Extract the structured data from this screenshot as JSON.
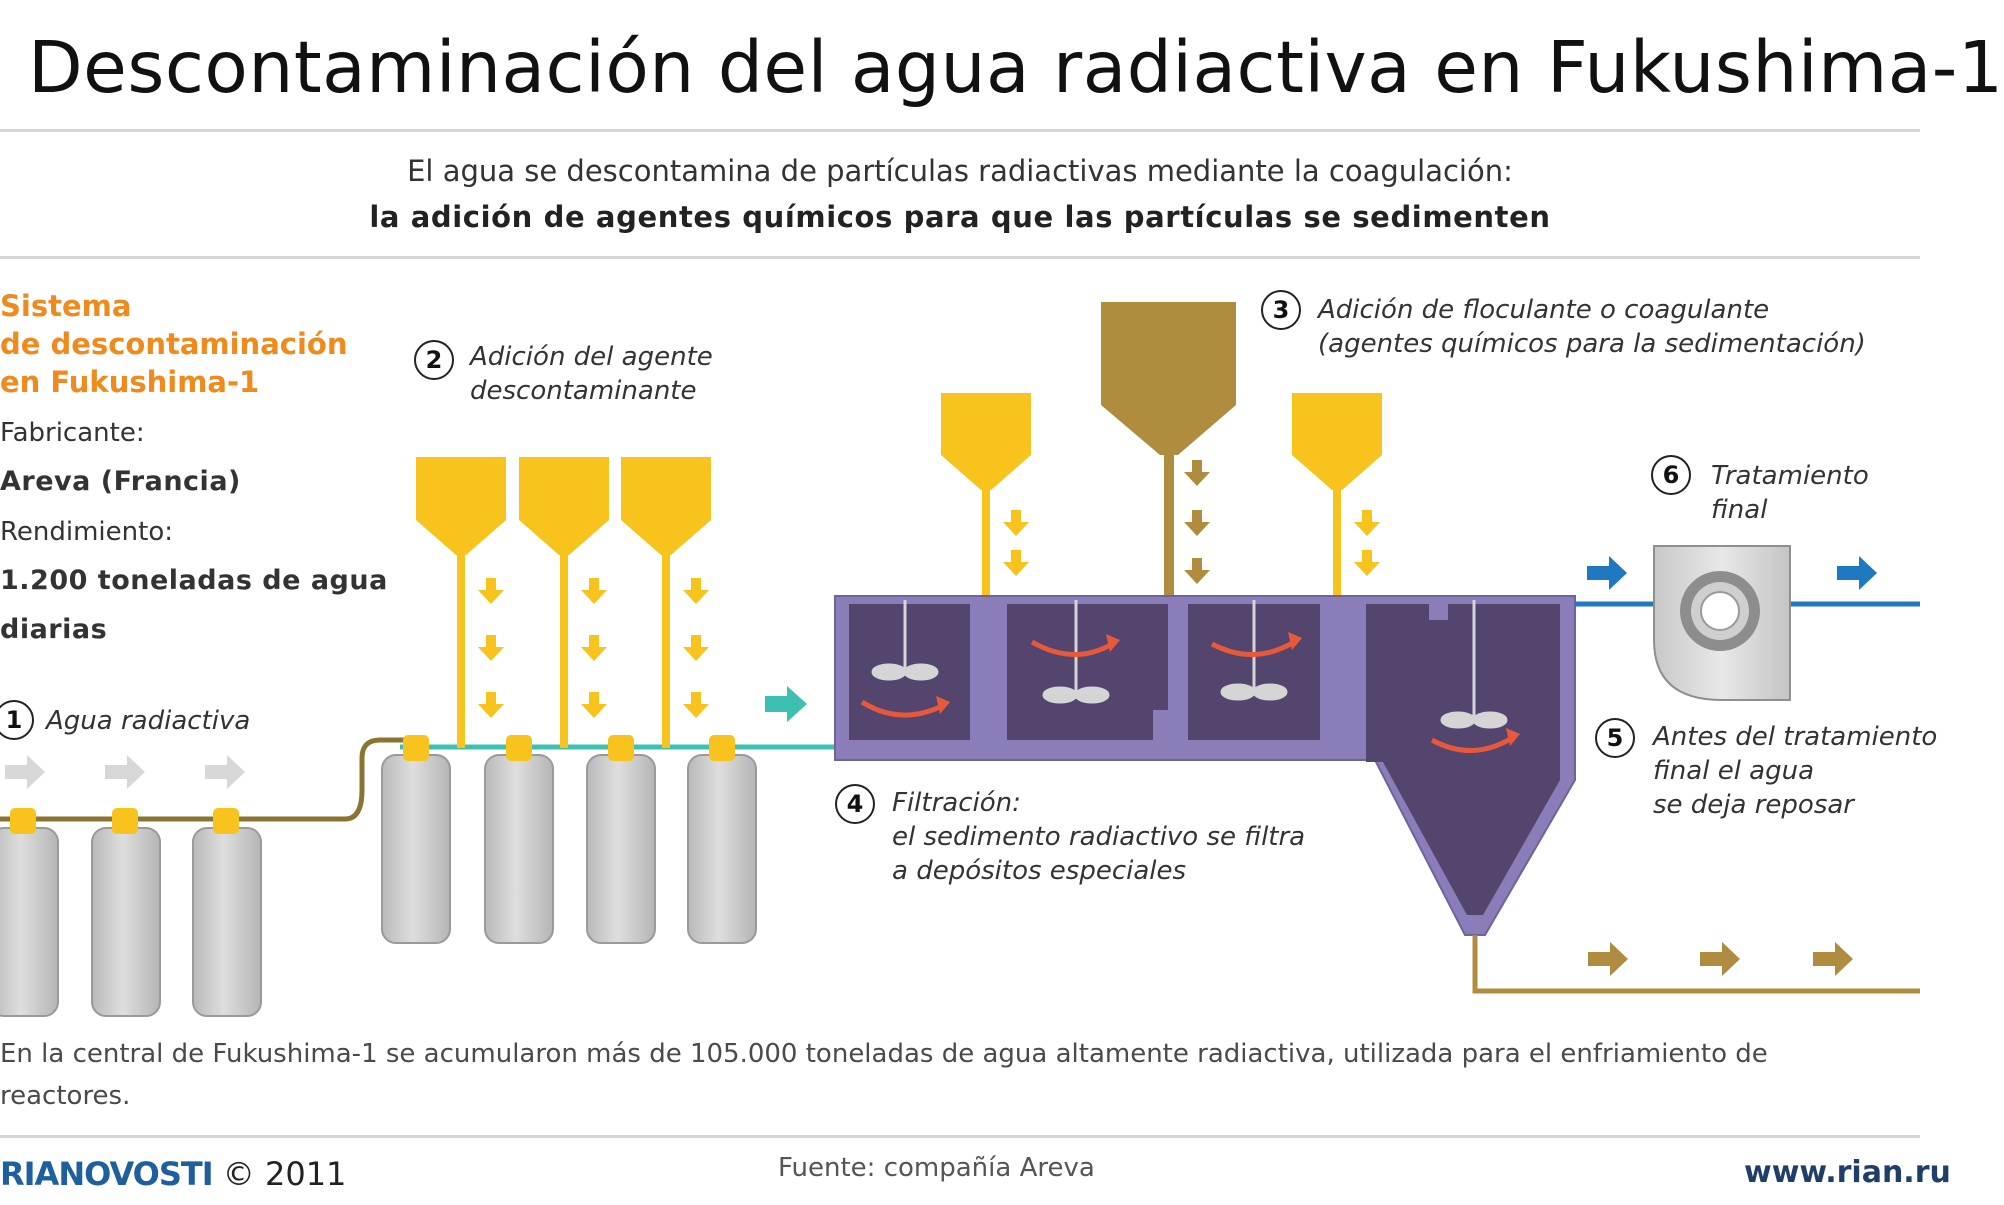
{
  "header": {
    "title": "Descontaminación del agua radiactiva en Fukushima-1",
    "subtitle_line1": "El agua se descontamina de partículas radiactivas mediante la coagulación:",
    "subtitle_line2": "la adición de agentes químicos para que las partículas se sedimenten"
  },
  "sidebar": {
    "heading": [
      "Sistema",
      "de descontaminación",
      "en Fukushima-1"
    ],
    "manufacturer_label": "Fabricante:",
    "manufacturer_value": "Areva (Francia)",
    "capacity_label": "Rendimiento:",
    "capacity_value_line1": "1.200 toneladas de agua",
    "capacity_value_line2": "diarias"
  },
  "steps": [
    {
      "number": "1",
      "lines": [
        "Agua radiactiva"
      ]
    },
    {
      "number": "2",
      "lines": [
        "Adición del agente",
        "descontaminante"
      ]
    },
    {
      "number": "3",
      "lines": [
        "Adición de floculante o coagulante",
        "(agentes químicos para la sedimentación)"
      ]
    },
    {
      "number": "4",
      "lines": [
        "Filtración:",
        "el sedimento radiactivo se filtra",
        "a depósitos especiales"
      ]
    },
    {
      "number": "5",
      "lines": [
        "Antes del tratamiento",
        "final el agua",
        "se deja reposar"
      ]
    },
    {
      "number": "6",
      "lines": [
        "Tratamiento",
        "final"
      ]
    }
  ],
  "footnote": "En la central de Fukushima-1 se acumularon más de 105.000 toneladas de agua altamente radiactiva, utilizada para el enfriamiento de reactores.",
  "footer": {
    "brand_name": "RIANOVOSTI",
    "copyright": "© 2011",
    "source": "Fuente: compañía Areva",
    "website": "www.rian.ru"
  },
  "colors": {
    "hopper_yellow": "#f7c31c",
    "coagulant_brown": "#b08d3e",
    "tank_purple": "#8a7db8",
    "tank_dark": "#54456e",
    "water_teal": "#3dbfb2",
    "clean_water_blue": "#1e78c2",
    "mixer_red": "#e8583a",
    "cylinder_gray": "#c9c9c9"
  }
}
